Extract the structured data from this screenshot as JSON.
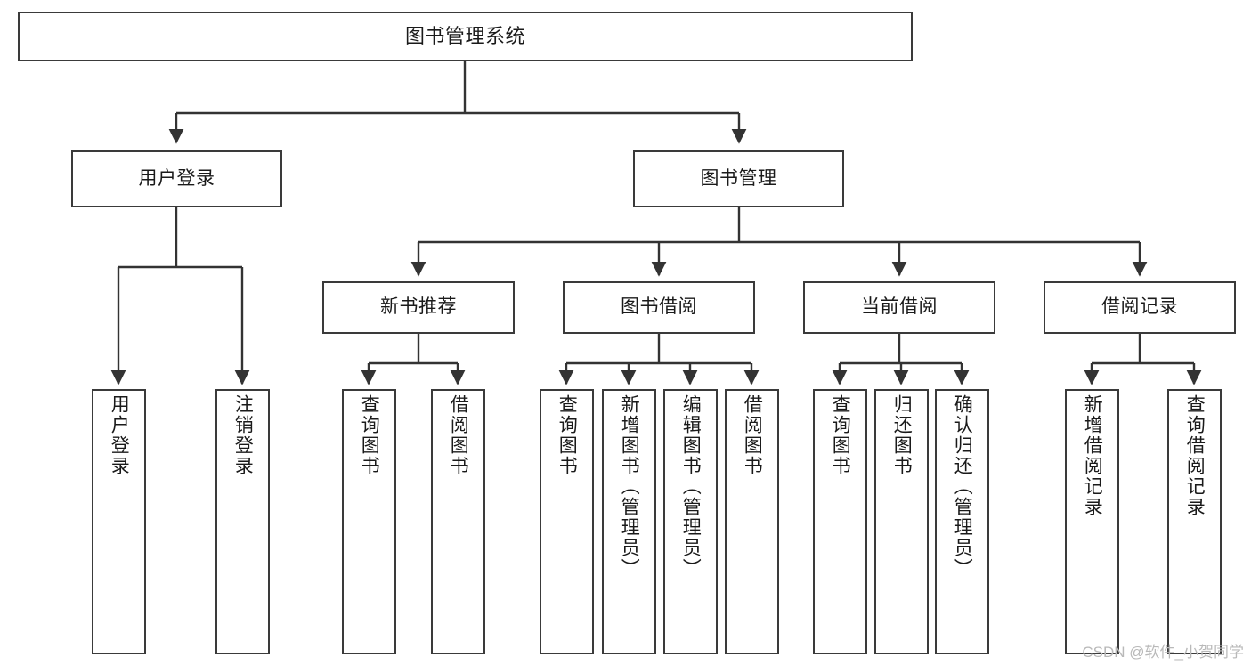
{
  "diagram": {
    "title": "图书管理系统",
    "type": "tree-hierarchy",
    "watermark": "CSDN @软件_小贺同学",
    "colors": {
      "box_border": "#3a3a3a",
      "box_fill": "#ffffff",
      "connector": "#333333",
      "text": "#1a1a1a",
      "watermark": "#b9b9b9",
      "background": "#ffffff"
    },
    "root": {
      "label": "图书管理系统"
    },
    "level2": [
      {
        "label": "用户登录"
      },
      {
        "label": "图书管理"
      }
    ],
    "level3": [
      {
        "label": "新书推荐"
      },
      {
        "label": "图书借阅"
      },
      {
        "label": "当前借阅"
      },
      {
        "label": "借阅记录"
      }
    ],
    "leaves": {
      "user_login": [
        {
          "label": "用户登录"
        },
        {
          "label": "注销登录"
        }
      ],
      "new_book_recommend": [
        {
          "label": "查询图书"
        },
        {
          "label": "借阅图书"
        }
      ],
      "book_borrow": [
        {
          "label": "查询图书"
        },
        {
          "label": "新增图书（管理员）"
        },
        {
          "label": "编辑图书（管理员）"
        },
        {
          "label": "借阅图书"
        }
      ],
      "current_borrow": [
        {
          "label": "查询图书"
        },
        {
          "label": "归还图书"
        },
        {
          "label": "确认归还（管理员）"
        }
      ],
      "borrow_record": [
        {
          "label": "新增借阅记录"
        },
        {
          "label": "查询借阅记录"
        }
      ]
    }
  }
}
